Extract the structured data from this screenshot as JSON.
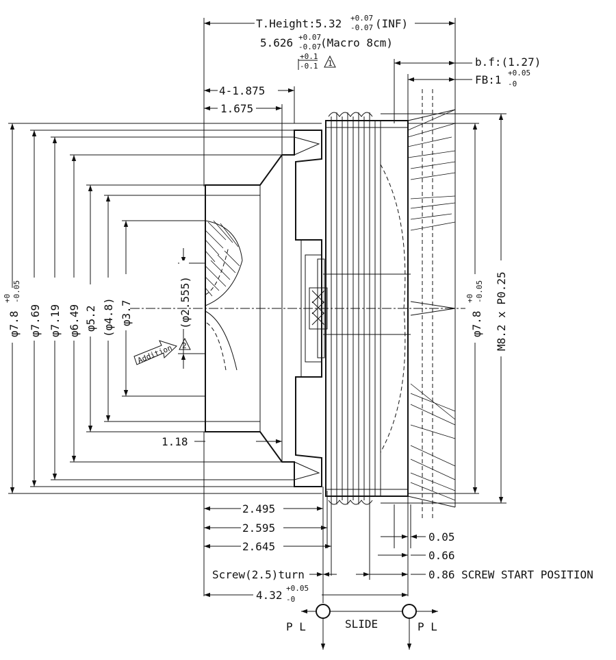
{
  "labels": {
    "t_height": "T.Height:5.32",
    "t_height_tol_up": "+0.07",
    "t_height_tol_dn": "-0.07",
    "t_height_note": "(INF)",
    "macro_height": "5.626",
    "macro_tol_up": "+0.07",
    "macro_tol_dn": "-0.07",
    "macro_note": "(Macro 8cm)",
    "rev_tol_a": "+0.1",
    "rev_tol_b": "-0.1",
    "rev_mark_1": "1",
    "rev_mark_2": "2",
    "bf": "b.f:(1.27)",
    "fb": "FB:1",
    "fb_tol_up": "+0.05",
    "fb_tol_dn": "-0",
    "dim_4_1875": "4-1.875",
    "dim_1675": "1.675",
    "dia_78_left": "φ7.8",
    "dia_78_left_tol_up": "+0",
    "dia_78_left_tol_dn": "-0.05",
    "dia_769": "φ7.69",
    "dia_719": "φ7.19",
    "dia_649": "φ6.49",
    "dia_52": "φ5.2",
    "dia_48": "(φ4.8)",
    "dia_37": "φ3.7",
    "dia_2555": "(φ2.555)",
    "addition": "Addition",
    "dim_118": "1.18",
    "dia_78_right": "φ7.8",
    "dia_78_right_tol_up": "+0",
    "dia_78_right_tol_dn": "-0.05",
    "thread": "M8.2 x P0.25",
    "dim_2495": "2.495",
    "dim_2595": "2.595",
    "dim_2645": "2.645",
    "dim_005": "0.05",
    "dim_066": "0.66",
    "dim_086": "0.86 SCREW START POSITION",
    "screw_turn": "Screw(2.5)turn",
    "dim_432": "4.32",
    "dim_432_tol_up": "+0.05",
    "dim_432_tol_dn": "-0",
    "pl_left": "P L",
    "slide": "SLIDE",
    "pl_right": "P L"
  }
}
